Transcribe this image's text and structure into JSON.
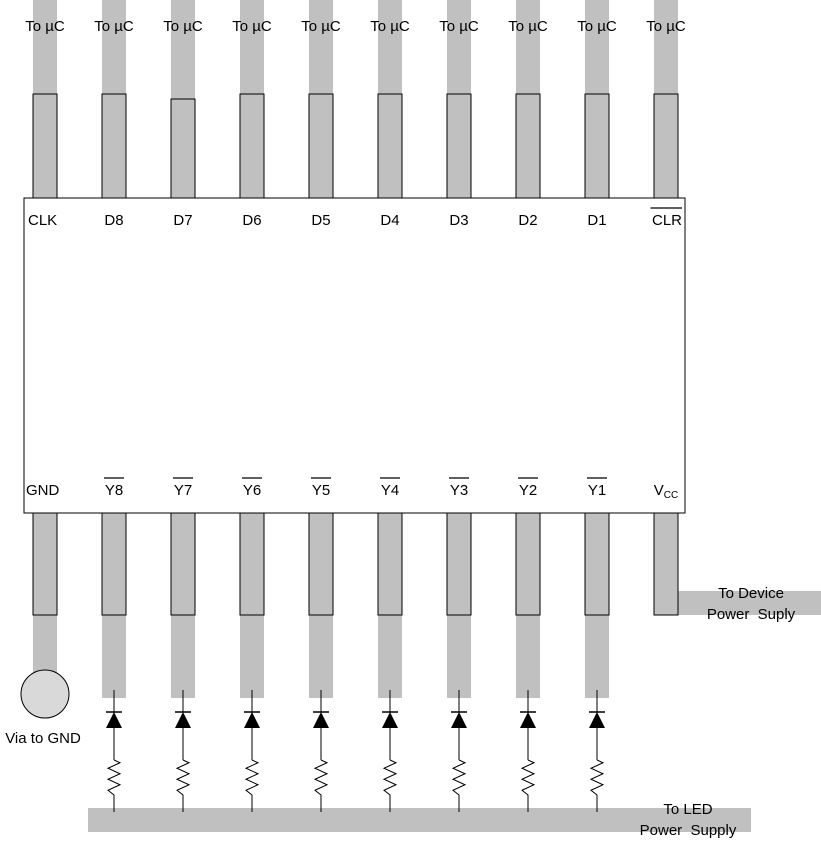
{
  "colors": {
    "trace": "#c0c0c0",
    "pad": "#c0c0c0",
    "outline": "#000000",
    "via_fill": "#d9d9d9",
    "background": "#ffffff"
  },
  "top_pins": [
    {
      "label": "CLK",
      "overline": false,
      "trace_label": "To µC"
    },
    {
      "label": "D8",
      "overline": false,
      "trace_label": "To µC"
    },
    {
      "label": "D7",
      "overline": false,
      "trace_label": "To µC"
    },
    {
      "label": "D6",
      "overline": false,
      "trace_label": "To µC"
    },
    {
      "label": "D5",
      "overline": false,
      "trace_label": "To µC"
    },
    {
      "label": "D4",
      "overline": false,
      "trace_label": "To µC"
    },
    {
      "label": "D3",
      "overline": false,
      "trace_label": "To µC"
    },
    {
      "label": "D2",
      "overline": false,
      "trace_label": "To µC"
    },
    {
      "label": "D1",
      "overline": false,
      "trace_label": "To µC"
    },
    {
      "label": "CLR",
      "overline": true,
      "trace_label": "To µC"
    }
  ],
  "bottom_pins": [
    {
      "label": "GND",
      "overline": false
    },
    {
      "label": "Y8",
      "overline": true
    },
    {
      "label": "Y7",
      "overline": true
    },
    {
      "label": "Y6",
      "overline": true
    },
    {
      "label": "Y5",
      "overline": true
    },
    {
      "label": "Y4",
      "overline": true
    },
    {
      "label": "Y3",
      "overline": true
    },
    {
      "label": "Y2",
      "overline": true
    },
    {
      "label": "Y1",
      "overline": true
    },
    {
      "label": "V",
      "sub": "CC",
      "overline": false
    }
  ],
  "labels": {
    "via": "Via to GND",
    "device_supply": [
      "To Device",
      "Power  Suply"
    ],
    "led_supply": [
      "To LED",
      "Power  Supply"
    ]
  },
  "led_channel_count": 8
}
